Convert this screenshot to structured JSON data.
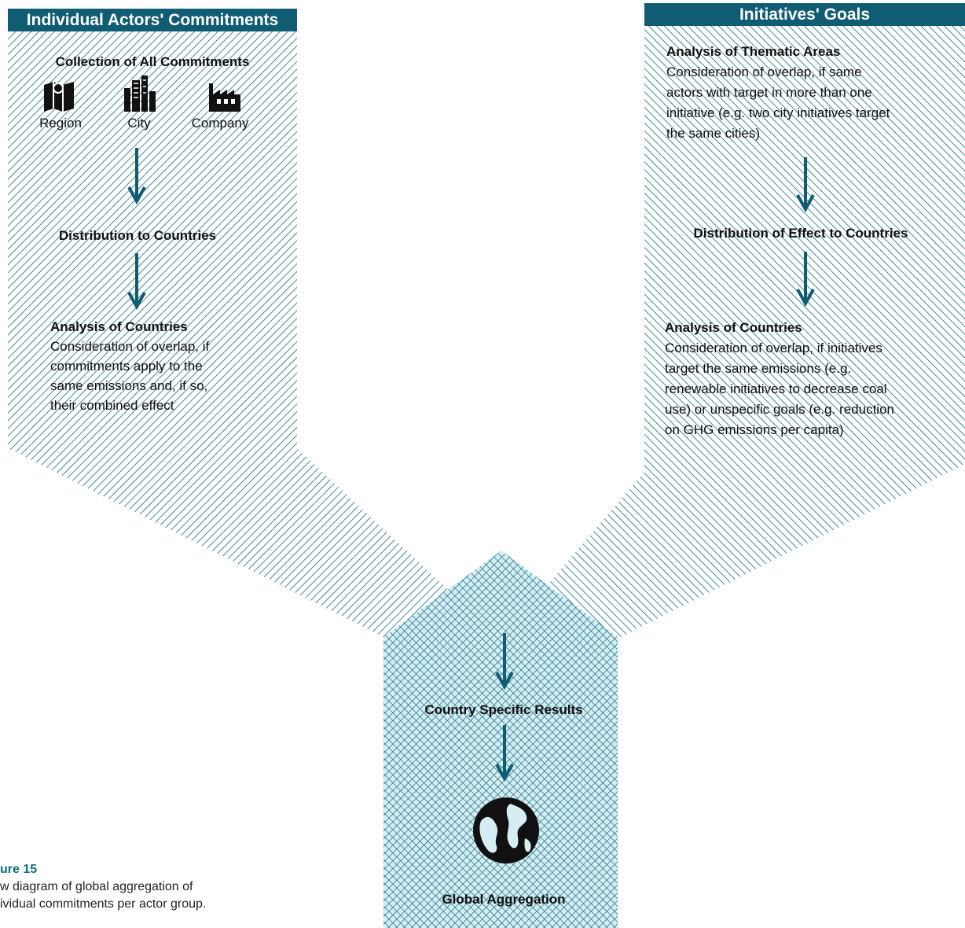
{
  "left": {
    "header": "Individual Actors' Commitments",
    "collection_title": "Collection of All Commitments",
    "icons": [
      {
        "name": "map-icon",
        "label": "Region"
      },
      {
        "name": "city-icon",
        "label": "City"
      },
      {
        "name": "factory-icon",
        "label": "Company"
      }
    ],
    "distribution_title": "Distribution to Countries",
    "analysis_title": "Analysis of Countries",
    "analysis_text": [
      "Consideration of overlap, if",
      "commitments apply to the",
      "same emissions and, if so,",
      "their combined effect"
    ]
  },
  "right": {
    "header": "Initiatives' Goals",
    "thematic_title": "Analysis of Thematic Areas",
    "thematic_text": [
      "Consideration of overlap, if same",
      "actors with target in more than one",
      "initiative (e.g. two city initiatives target",
      "the same cities)"
    ],
    "distribution_title": "Distribution of Effect to Countries",
    "analysis_title": "Analysis of Countries",
    "analysis_text": [
      "Consideration of overlap, if initiatives",
      "target the same emissions (e.g.",
      "renewable initiatives to decrease coal",
      "use) or unspecific goals (e.g. reduction",
      "on GHG emissions per capita)"
    ]
  },
  "bottom": {
    "country_results": "Country Specific Results",
    "global_aggregation": "Global Aggregation"
  },
  "caption": {
    "figure_label": "ure 15",
    "line1": "w diagram of global aggregation of",
    "line2": "ividual commitments per actor group."
  },
  "colors": {
    "hatch": "#0f6b80",
    "header": "#0f5c73",
    "arrow": "#0f5c73"
  }
}
